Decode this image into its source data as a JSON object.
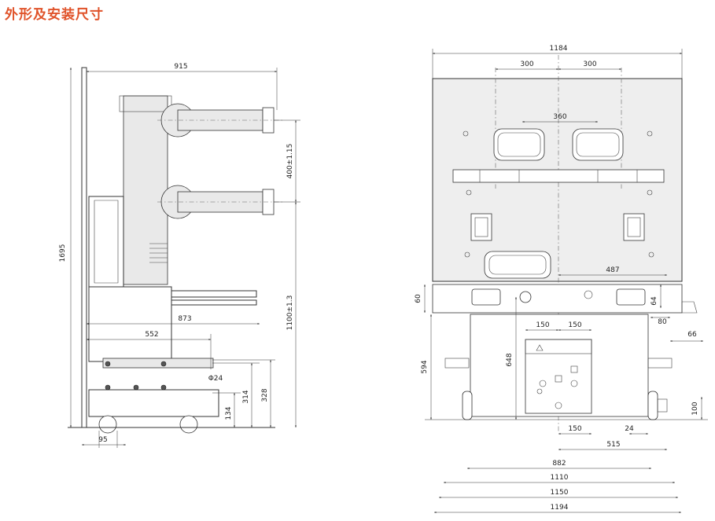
{
  "title": "外形及安装尺寸",
  "colors": {
    "title": "#e0532a",
    "line": "#333333",
    "panel": "#eeeeee"
  },
  "side_view": {
    "dims": {
      "overall_depth": "915",
      "height": "1695",
      "upper_spacing": "400±1.15",
      "lower_height": "1100±1.3",
      "rail_depth": "873",
      "truck_depth": "552",
      "hole_dia": "Φ24",
      "h134": "134",
      "h314": "314",
      "h328": "328",
      "wheel_offset": "95"
    }
  },
  "front_view": {
    "dims": {
      "panel_width": "1184",
      "pole_left": "300",
      "pole_right": "300",
      "window_spacing": "360",
      "d487": "487",
      "d60": "60",
      "d64": "64",
      "d80": "80",
      "d66": "66",
      "d150a": "150",
      "d150b": "150",
      "d594": "594",
      "d648": "648",
      "d100": "100",
      "d150c": "150",
      "d24": "24",
      "d515": "515",
      "d882": "882",
      "d1110": "1110",
      "d1150": "1150",
      "d1194": "1194"
    }
  }
}
